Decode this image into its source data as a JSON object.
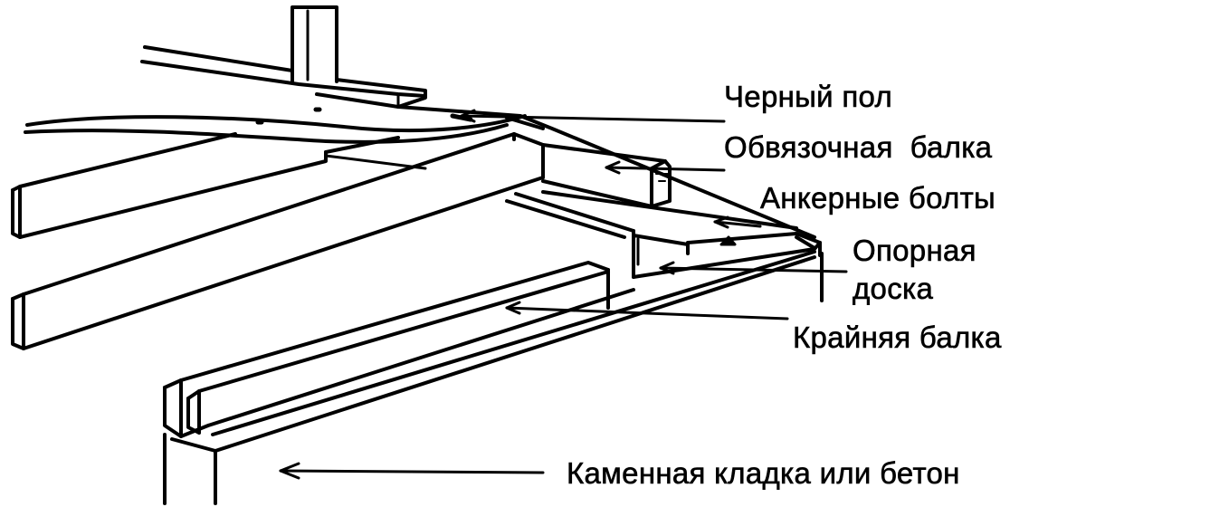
{
  "labels": {
    "subfloor": "Черный пол",
    "rim_beam": "Обвязочная  балка",
    "anchor_bolts": "Анкерные болты",
    "sill_plate_line1": "Опорная",
    "sill_plate_line2": "доска",
    "end_joist": "Крайняя балка",
    "foundation": "Каменная кладка или бетон"
  },
  "colors": {
    "ink": "#000000",
    "paper": "#ffffff"
  }
}
